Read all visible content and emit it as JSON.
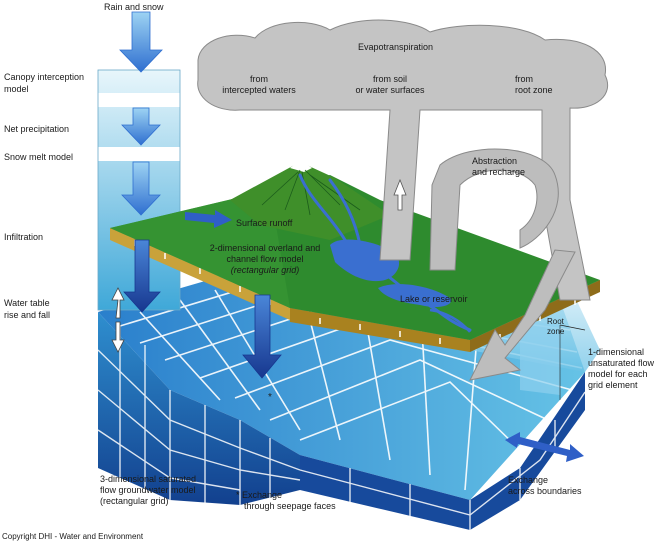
{
  "labels": {
    "rain_snow": "Rain and snow",
    "canopy_1": "Canopy interception",
    "canopy_2": "model",
    "net_precip": "Net precipitation",
    "snow_melt": "Snow melt model",
    "infiltration": "Infiltration",
    "water_table_1": "Water table",
    "water_table_2": "rise and fall",
    "evapotranspiration": "Evapotranspiration",
    "from_intercepted_1": "from",
    "from_intercepted_2": "intercepted waters",
    "from_soil_1": "from soil",
    "from_soil_2": "or water surfaces",
    "from_root_1": "from",
    "from_root_2": "root zone",
    "abstraction_1": "Abstraction",
    "abstraction_2": "and recharge",
    "surface_runoff": "Surface runoff",
    "overland_1": "2-dimensional overland and",
    "overland_2": "channel flow model",
    "overland_3": "(rectangular grid)",
    "lake": "Lake or reservoir",
    "root_zone_1": "Root",
    "root_zone_2": "zone",
    "unsat_1": "1-dimensional",
    "unsat_2": "unsaturated flow",
    "unsat_3": "model for each",
    "unsat_4": "grid element",
    "sat_1": "3-dimensional saturated",
    "sat_2": "flow groundwater model",
    "sat_3": "(rectangular grid)",
    "seepage_1": "* Exchange",
    "seepage_2": "through seepage faces",
    "exchange_1": "Exchange",
    "exchange_2": "across boundaries",
    "copyright": "Copyright DHI - Water and Environment"
  },
  "colors": {
    "cloud": "#c4c4c4",
    "cloud_edge": "#8a8a8a",
    "land": "#2e8b2e",
    "land_dark": "#1f6b1f",
    "soil": "#b8922e",
    "water": "#3a6fd0",
    "ground_light": "#3fa8d8",
    "ground_dark": "#1d4e9e",
    "arrow_blue": "#3b7fd6",
    "arrow_dark": "#1a3f9a"
  }
}
